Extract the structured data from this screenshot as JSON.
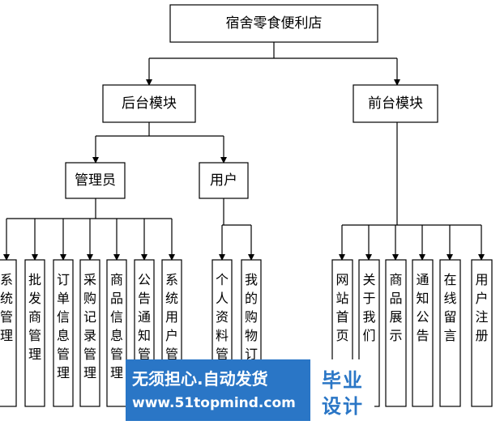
{
  "diagram": {
    "root": "宿舍零食便利店",
    "modules": {
      "backend": "后台模块",
      "frontend": "前台模块"
    },
    "roles": {
      "admin": "管理员",
      "user": "用户"
    },
    "admin_leaves": [
      "系统管理",
      "批发商管理",
      "订单信息管理",
      "采购记录管理",
      "商品信息管理",
      "公告通知管理",
      "系统用户管理"
    ],
    "user_leaves": [
      "个人资料管理",
      "我的购物订单"
    ],
    "frontend_leaves": [
      "网站首页",
      "关于我们",
      "商品展示",
      "通知公告",
      "在线留言",
      "用户注册"
    ]
  },
  "watermark": {
    "line1": "无须担心.自动发货",
    "line2": "www.51topmind.com",
    "right1": "毕业",
    "right2": "设计"
  }
}
